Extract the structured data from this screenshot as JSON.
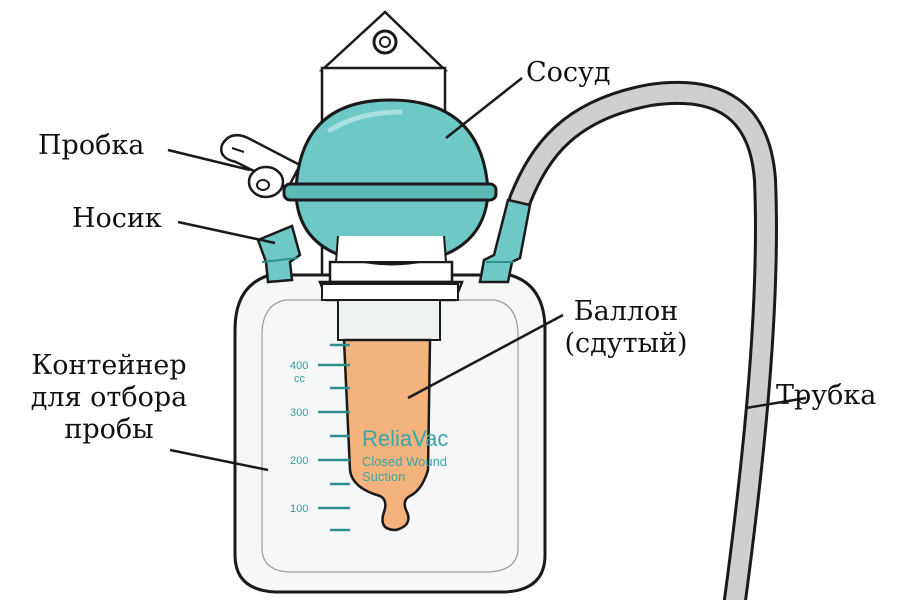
{
  "labels": {
    "bulb": "Сосуд",
    "plug": "Пробка",
    "spout": "Носик",
    "container": [
      "Контейнер",
      "для отбора",
      "пробы"
    ],
    "balloon": [
      "Баллон",
      "(сдутый)"
    ],
    "tube": "Трубка"
  },
  "scale": {
    "marks": [
      "400",
      "300",
      "200",
      "100"
    ],
    "unit": "cc"
  },
  "brand": {
    "name": "ReliaVac",
    "sub": [
      "Closed Wound",
      "Suction"
    ]
  },
  "colors": {
    "teal": "#6ec9c6",
    "teal_dark": "#2f8f8c",
    "balloon": "#f4b27d",
    "tube": "#cfcfcf",
    "outline": "#1a1a1a"
  }
}
